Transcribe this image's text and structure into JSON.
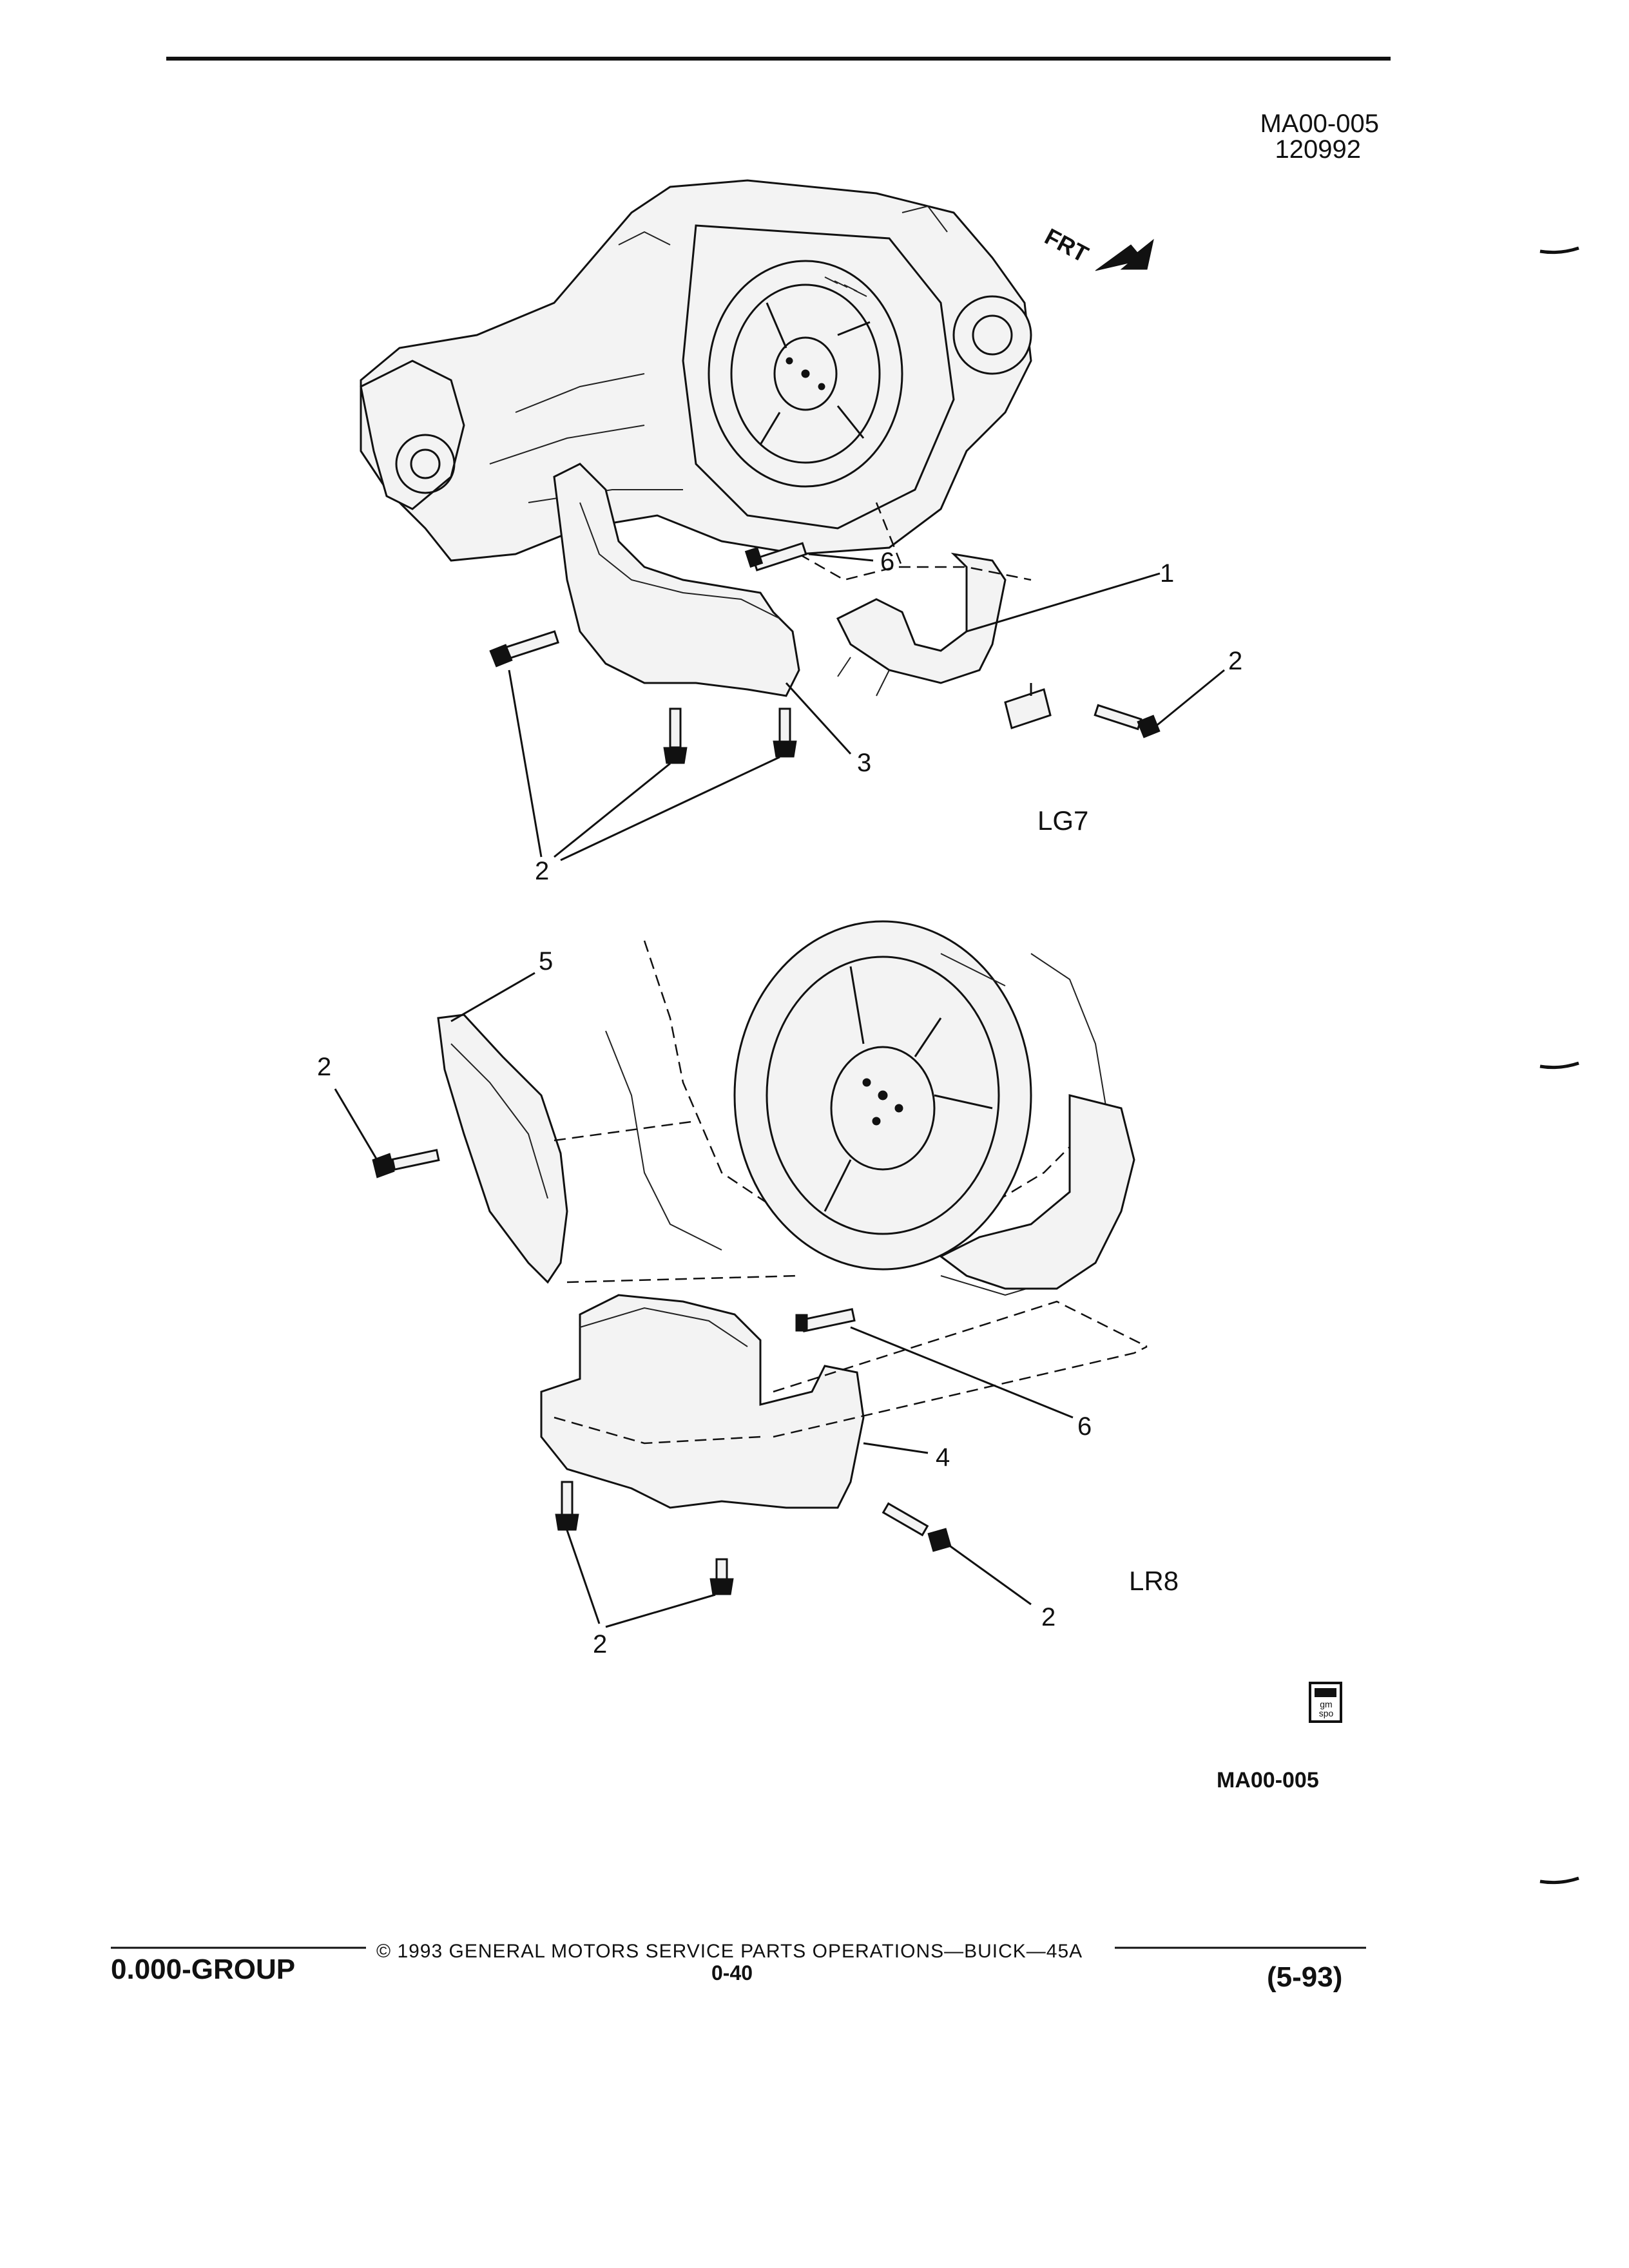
{
  "header": {
    "figure_code": "MA00-005",
    "date_code": "120992",
    "direction_label": "FRT"
  },
  "upper_view": {
    "engine_label": "LG7",
    "callouts": [
      "6",
      "1",
      "2",
      "3",
      "2"
    ]
  },
  "lower_view": {
    "engine_label": "LR8",
    "callouts": [
      "5",
      "2",
      "6",
      "4",
      "2",
      "2"
    ]
  },
  "logo_text": "gm spo",
  "figure_ref": "MA00-005",
  "footer": {
    "group": "0.000-GROUP",
    "copyright": "© 1993 GENERAL MOTORS SERVICE PARTS OPERATIONS—BUICK—45A",
    "page": "0-40",
    "revision": "(5-93)"
  }
}
